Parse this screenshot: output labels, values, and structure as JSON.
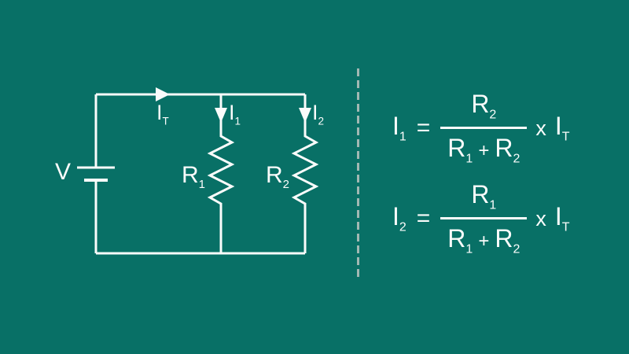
{
  "colors": {
    "background": "#087066",
    "line": "#FAFCFB",
    "divider_dash": "#A2B8B3"
  },
  "circuit": {
    "voltage_label": "V",
    "total_current": {
      "base": "I",
      "sub": "T"
    },
    "branch1_current": {
      "base": "I",
      "sub": "1"
    },
    "branch2_current": {
      "base": "I",
      "sub": "2"
    },
    "resistor1": {
      "base": "R",
      "sub": "1"
    },
    "resistor2": {
      "base": "R",
      "sub": "2"
    }
  },
  "formulas": [
    {
      "lhs": {
        "base": "I",
        "sub": "1"
      },
      "equals": "=",
      "numerator": {
        "base": "R",
        "sub": "2"
      },
      "denominator": {
        "first": {
          "base": "R",
          "sub": "1"
        },
        "operator": "+",
        "second": {
          "base": "R",
          "sub": "2"
        }
      },
      "multiplier": "x",
      "rhs": {
        "base": "I",
        "sub": "T"
      }
    },
    {
      "lhs": {
        "base": "I",
        "sub": "2"
      },
      "equals": "=",
      "numerator": {
        "base": "R",
        "sub": "1"
      },
      "denominator": {
        "first": {
          "base": "R",
          "sub": "1"
        },
        "operator": "+",
        "second": {
          "base": "R",
          "sub": "2"
        }
      },
      "multiplier": "x",
      "rhs": {
        "base": "I",
        "sub": "T"
      }
    }
  ]
}
